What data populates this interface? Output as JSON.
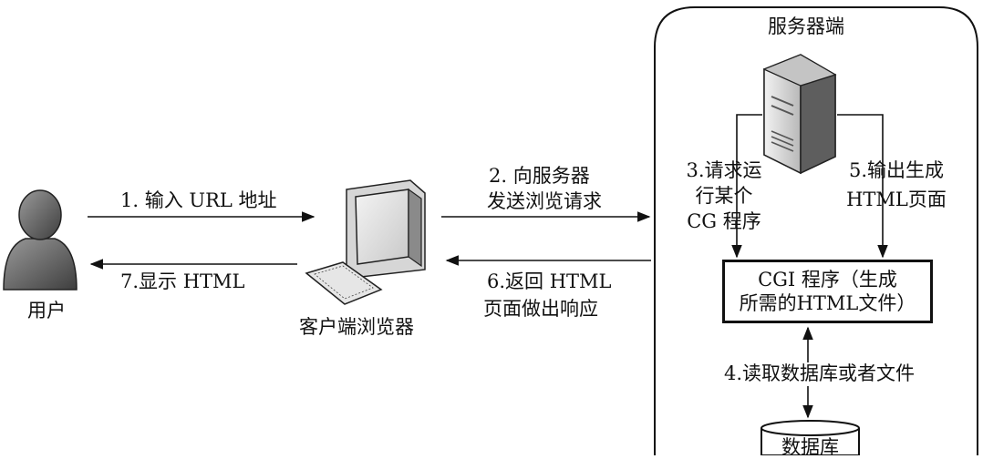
{
  "server_panel": {
    "title": "服务器端"
  },
  "actors": {
    "user": {
      "label": "用户",
      "icon": "user-icon"
    },
    "browser": {
      "label": "客户端浏览器",
      "icon": "computer-icon"
    },
    "server": {
      "icon": "server-icon"
    },
    "database": {
      "label": "数据库",
      "icon": "database-icon"
    }
  },
  "steps": {
    "s1": "1. 输入 URL 地址",
    "s2": [
      "2. 向服务器",
      "发送浏览请求"
    ],
    "s3": [
      "3.请求运",
      "行某个",
      "CG 程序"
    ],
    "s4": "4.读取数据库或者文件",
    "s5": [
      "5.输出生成",
      "HTML页面"
    ],
    "s6": [
      "6.返回 HTML",
      "页面做出响应"
    ],
    "s7": "7.显示 HTML"
  },
  "cgi_box": {
    "lines": [
      "CGI 程序（生成",
      "所需的HTML文件）"
    ]
  },
  "colors": {
    "line": "#111111",
    "icon_dark": "#5a5a5a",
    "icon_light": "#d8d8d8"
  }
}
